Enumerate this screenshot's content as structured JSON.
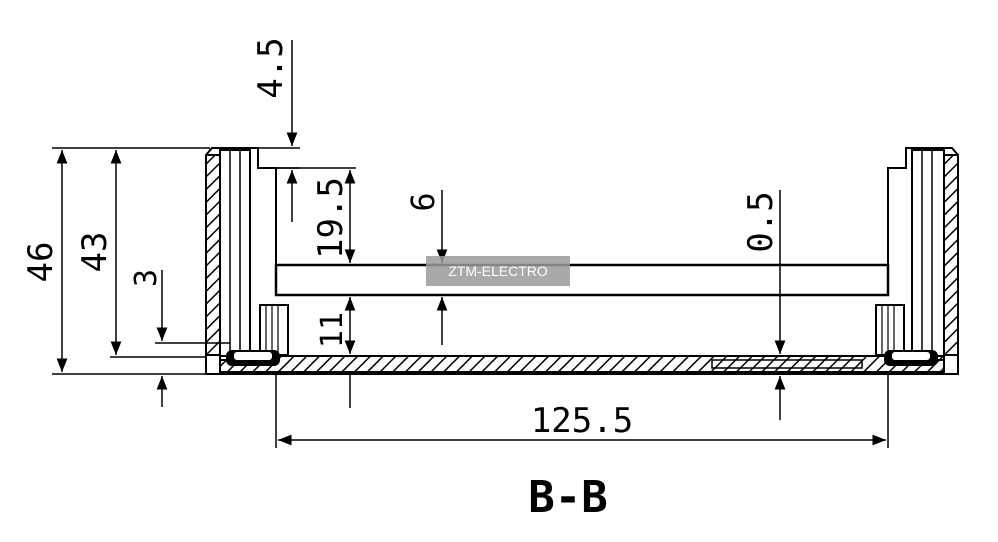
{
  "dimensions": {
    "d_4_5": "4.5",
    "d_19_5": "19.5",
    "d_6": "6",
    "d_0_5": "0.5",
    "d_46": "46",
    "d_43": "43",
    "d_3": "3",
    "d_11": "11",
    "d_125_5": "125.5"
  },
  "section_label": "B-B",
  "watermark": "ZTM-ELECTRO",
  "colors": {
    "ink": "#000000",
    "watermark_bg": "#9a9a9a",
    "watermark_text": "#ffffff"
  }
}
